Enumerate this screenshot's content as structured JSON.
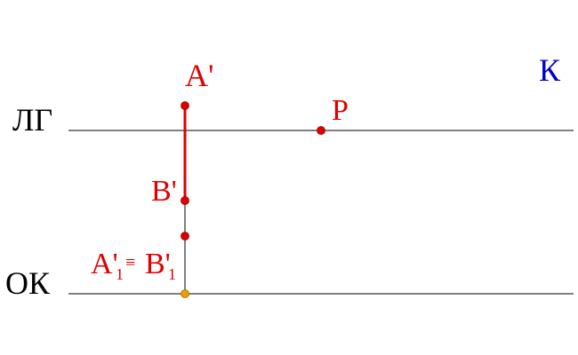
{
  "labels": {
    "lg": "ЛГ",
    "ok": "ОК",
    "k": "К",
    "p": "P",
    "a_prime": "A'",
    "b_prime": "B'",
    "a1_letter": "A'",
    "a1_sub": "1",
    "equiv": "≡",
    "b1_letter": "B'",
    "b1_sub": "1"
  },
  "colors": {
    "line": "#000000",
    "red": "#e00000",
    "point_red": "#dd0000",
    "blue": "#0000cc",
    "orange": "#e8a000"
  }
}
